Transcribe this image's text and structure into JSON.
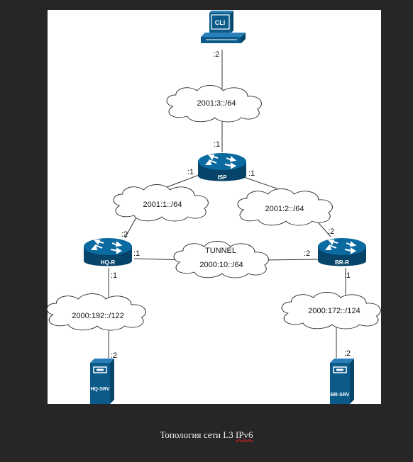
{
  "devices": {
    "cli": "CLI",
    "isp": "ISP",
    "hq_r": "HQ-R",
    "br_r": "BR-R",
    "hq_srv": "HQ-SRV",
    "br_srv": "BR-SRV"
  },
  "networks": {
    "top": "2001:3::/64",
    "left": "2001:1::/64",
    "right": "2001:2::/64",
    "tunnel_name": "TUNNEL",
    "tunnel": "2000:10::/64",
    "hq_lan": "2000:192::/122",
    "br_lan": "2000:172::/124"
  },
  "ports": {
    "cli_down": ":2",
    "isp_up": ":1",
    "isp_left": ":1",
    "isp_right": ":1",
    "hq_up": ":2",
    "hq_right": ":1",
    "hq_down": ":1",
    "hq_srv": ":2",
    "br_up": ":2",
    "br_left": ":2",
    "br_down": ":1",
    "br_srv": ":2"
  },
  "caption": {
    "text": "Топология сети L3 ",
    "underlined": "IPv6"
  },
  "colors": {
    "device": "#0b5a8a",
    "device_dark": "#064469",
    "background": "#262626"
  }
}
